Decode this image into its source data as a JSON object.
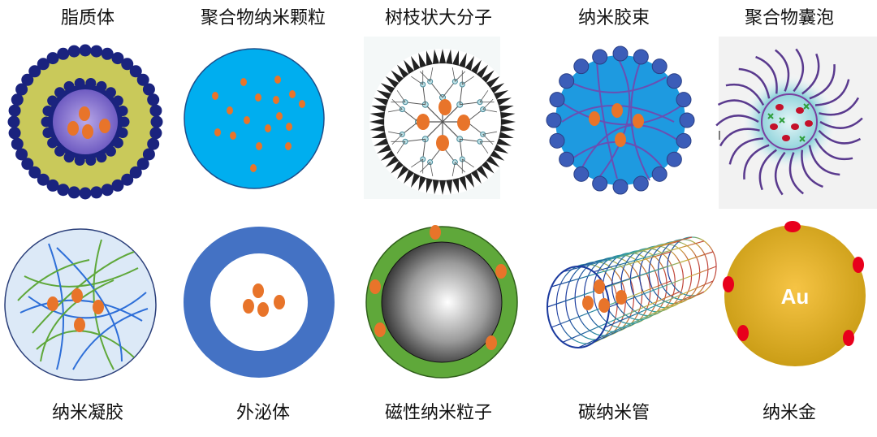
{
  "top_row": [
    {
      "label": "脂质体"
    },
    {
      "label": "聚合物纳米颗粒"
    },
    {
      "label": "树枝状大分子"
    },
    {
      "label": "纳米胶束"
    },
    {
      "label": "聚合物囊泡"
    }
  ],
  "bottom_row": [
    {
      "label": "纳米凝胶"
    },
    {
      "label": "外泌体"
    },
    {
      "label": "磁性纳米粒子"
    },
    {
      "label": "碳纳米管"
    },
    {
      "label": "纳米金"
    }
  ],
  "gold_symbol": "Au",
  "colors": {
    "drug": "#E8742A",
    "navy": "#1A237E",
    "lipid_yellow": "#C9C95A",
    "sky_blue": "#00AEEF",
    "royal_blue": "#4472C4",
    "micelle_blue": "#1E9AE0",
    "gel_bg": "#DCE9F7",
    "magnet_green": "#5FA83A",
    "gold": "#D4A017",
    "red": "#E8001C"
  }
}
